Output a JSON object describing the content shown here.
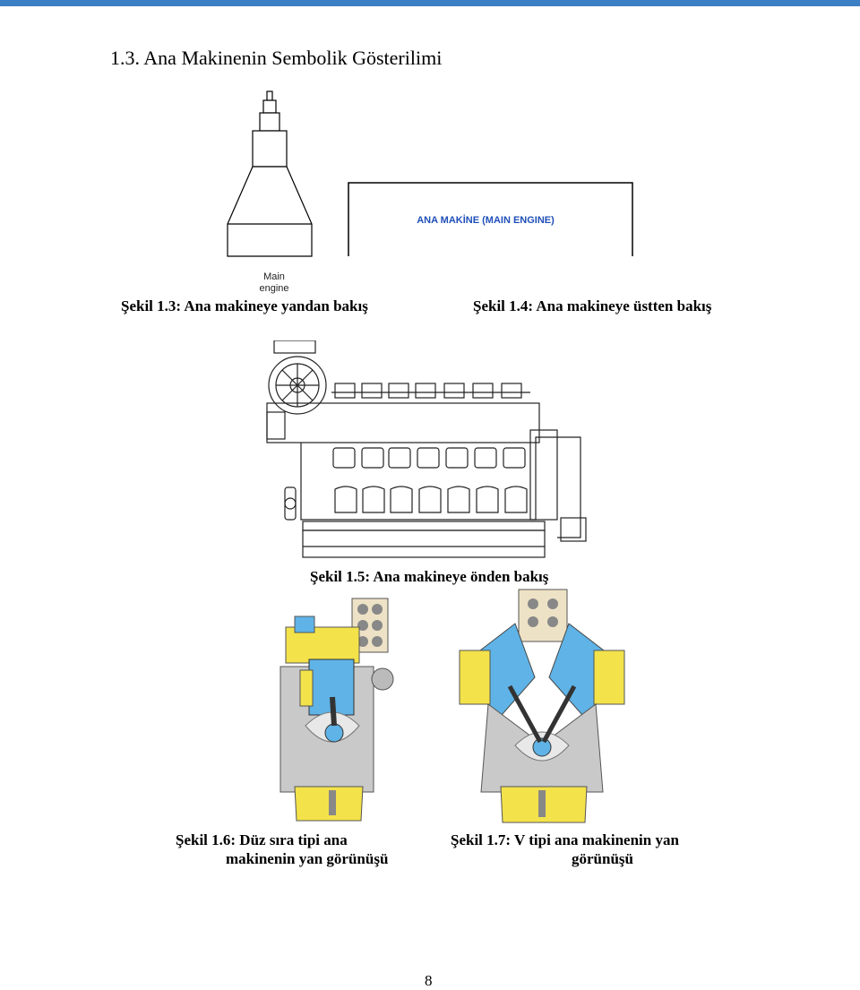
{
  "page": {
    "heading": "1.3. Ana Makinenin Sembolik Gösterilimi",
    "page_number": "8"
  },
  "figures": {
    "side_symbolic": {
      "caption": "Şekil 1.3: Ana makineye yandan bakış",
      "label_line1": "Main",
      "label_line2": "engine"
    },
    "top_symbolic": {
      "caption": "Şekil 1.4: Ana makineye üstten bakış",
      "label": "ANA MAKİNE (MAIN ENGINE)"
    },
    "front_view": {
      "caption": "Şekil 1.5: Ana makineye önden bakış"
    },
    "inline_engine": {
      "caption_line1": "Şekil 1.6: Düz sıra tipi ana",
      "caption_line2": "makinenin yan görünüşü"
    },
    "v_engine": {
      "caption_line1": "Şekil 1.7: V tipi ana makinenin yan",
      "caption_line2": "görünüşü"
    }
  },
  "colors": {
    "accent_bar": "#3d7fc4",
    "label_blue": "#1f4fb8",
    "engine_yellow": "#f3e24a",
    "engine_blue": "#5fb3e6",
    "engine_grey": "#c9c9c9"
  }
}
